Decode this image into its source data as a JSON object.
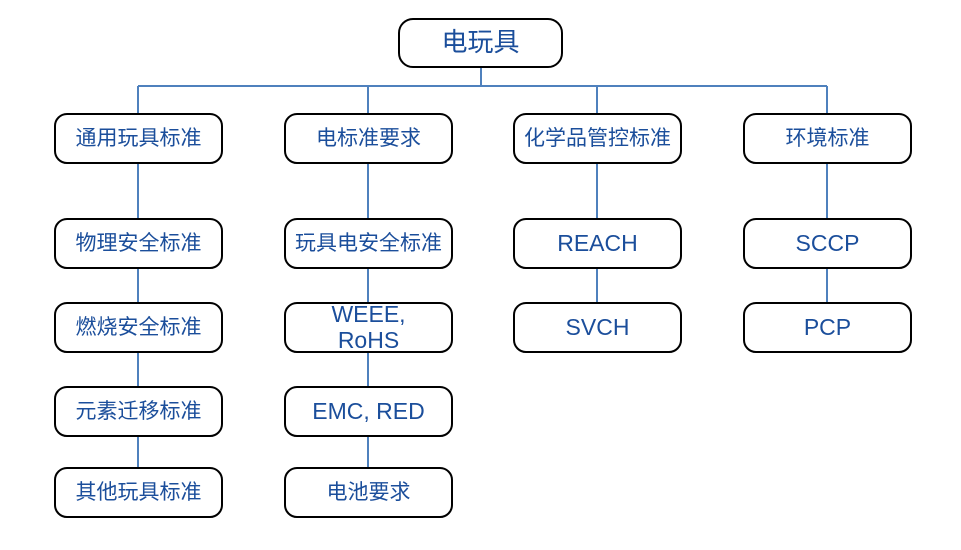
{
  "diagram": {
    "title": "电玩具",
    "colors": {
      "box_border": "#000000",
      "box_fill": "#ffffff",
      "text": "#1B4E9B",
      "connector": "#4F81BD",
      "background": "#ffffff"
    },
    "root": {
      "label": "电玩具"
    },
    "columns": [
      {
        "heading": "通用玩具标准",
        "children": [
          "物理安全标准",
          "燃烧安全标准",
          "元素迁移标准",
          "其他玩具标准"
        ]
      },
      {
        "heading": "电标准要求",
        "children": [
          "玩具电安全标准",
          "WEEE,\nRoHS",
          "EMC, RED",
          "电池要求"
        ]
      },
      {
        "heading": "化学品管控标准",
        "children": [
          "REACH",
          "SVCH"
        ]
      },
      {
        "heading": "环境标准",
        "children": [
          "SCCP",
          "PCP"
        ]
      }
    ]
  }
}
